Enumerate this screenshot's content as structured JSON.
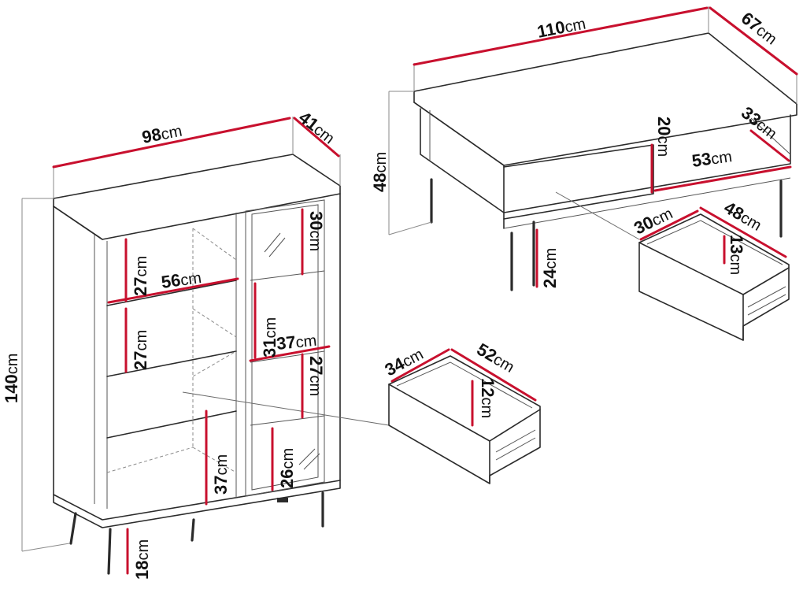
{
  "unit": "cm",
  "colors": {
    "dimension_line": "#c8102e",
    "outline": "#2b2b2b"
  },
  "cabinet": {
    "width": "98",
    "depth": "41",
    "height": "140",
    "shelf_upper": "27",
    "shelf_middle": "27",
    "inner_width": "56",
    "lower_compartment": "37",
    "leg_height": "18",
    "glass_top": "30",
    "glass_middle": "31",
    "glass_width": "37",
    "glass_lower": "27",
    "glass_bottom": "26"
  },
  "cabinet_drawer": {
    "width": "34",
    "depth": "52",
    "height": "12"
  },
  "table": {
    "width": "110",
    "depth": "67",
    "height": "48",
    "leg_height": "24",
    "drawer_front_height": "20",
    "drawer_front_width": "53",
    "side_depth": "33"
  },
  "table_drawer": {
    "width": "30",
    "depth": "48",
    "height": "13"
  }
}
